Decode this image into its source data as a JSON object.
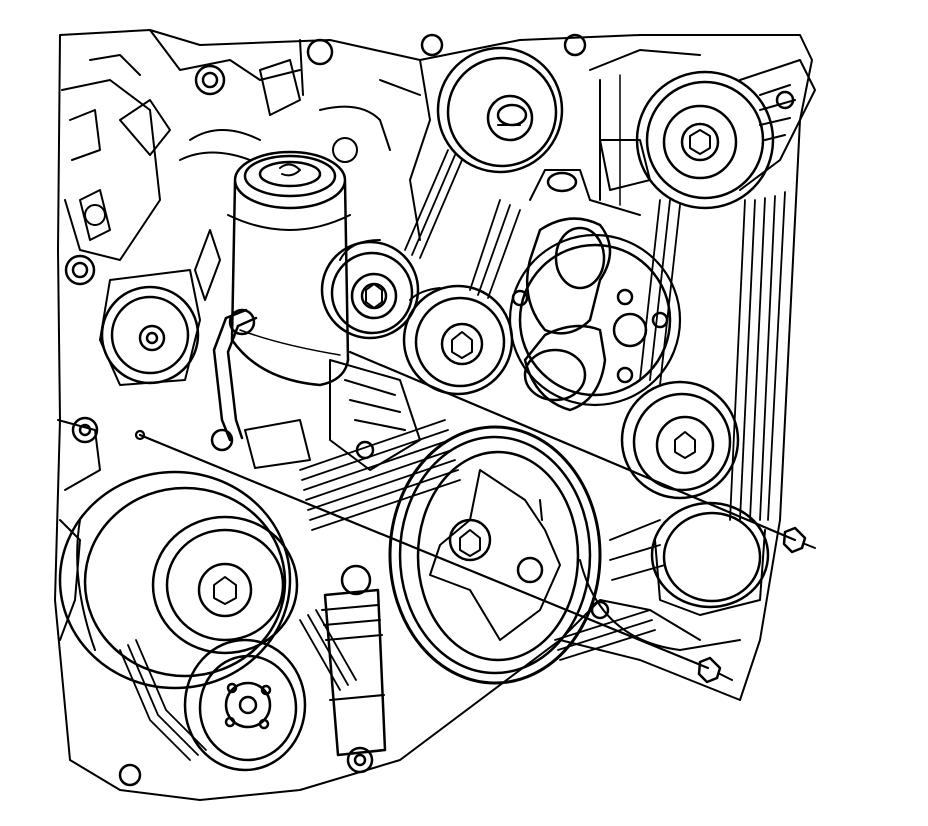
{
  "figure": {
    "style": "black line art on white",
    "colors": {
      "ink": "#000000",
      "paper": "#ffffff"
    },
    "components": [
      "power-steering-reservoir",
      "power-steering-pump-pulley",
      "idler-pulley-upper",
      "water-pump-pulley",
      "belt-tensioner-pulley",
      "idler-pulley-lower-right",
      "alternator-pulley",
      "ac-compressor-pulley",
      "crankshaft-balancer-pulley",
      "serpentine-belt",
      "thermostat-housing",
      "mounting-nut-upper",
      "mounting-nut-lower"
    ]
  }
}
